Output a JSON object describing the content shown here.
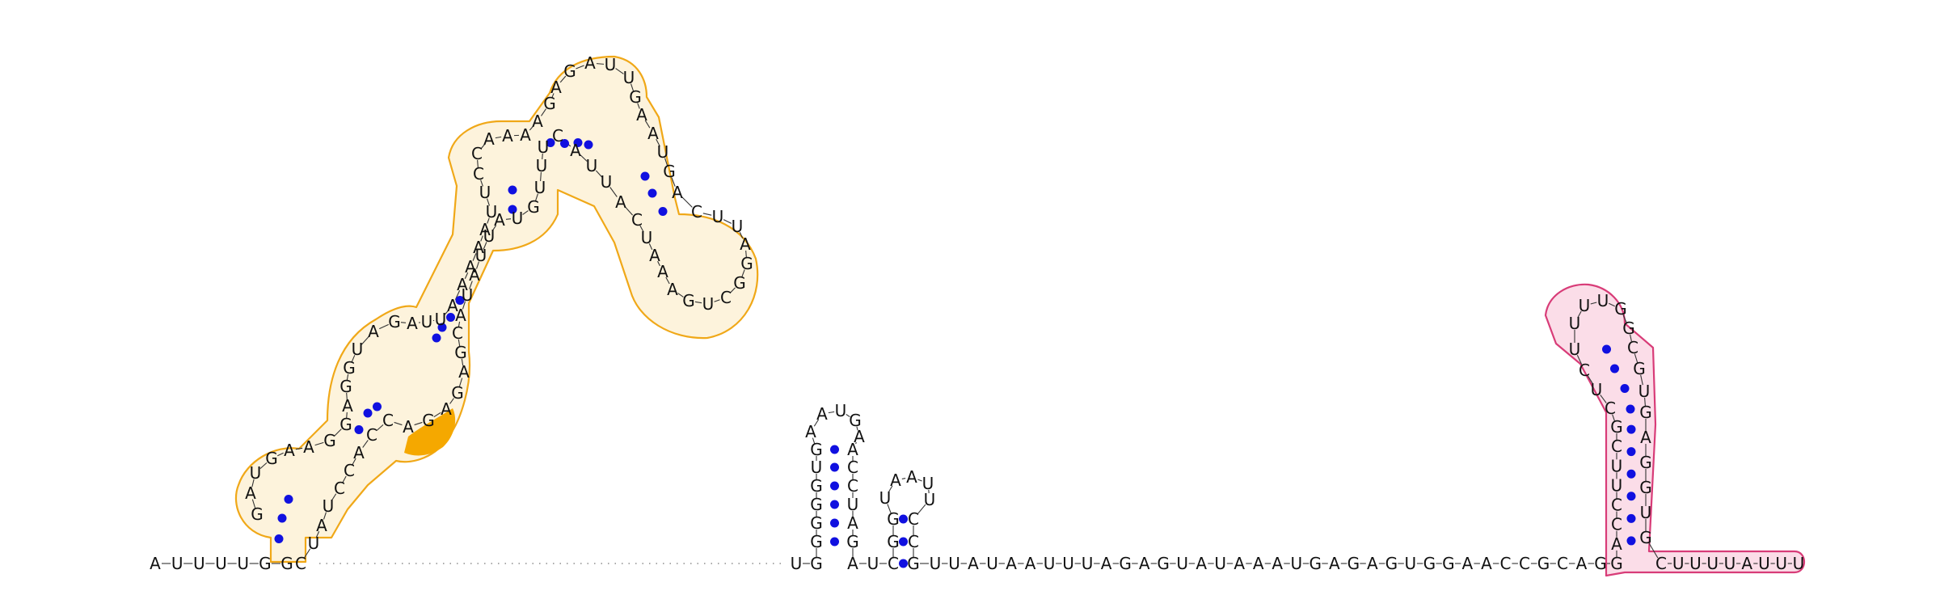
{
  "structure": {
    "sequence_5p": "AUUUUGG",
    "unresolved_region": "unpaired linker (dotted)",
    "core": "UGAUCGUUAUAAUUUAGAGUAUAAAUGAGAGUGGAACCGCAG",
    "tail_3p": "CUUUUAUUU"
  },
  "colors": {
    "region_a_outline": "#f0a818",
    "region_a_fill": "#fdf3dc",
    "region_a_highlight": "#f5a800",
    "region_b_outline": "#d83c78",
    "region_b_fill": "#fbdde8",
    "base_pair_dot": "#1010e0"
  },
  "legend": []
}
